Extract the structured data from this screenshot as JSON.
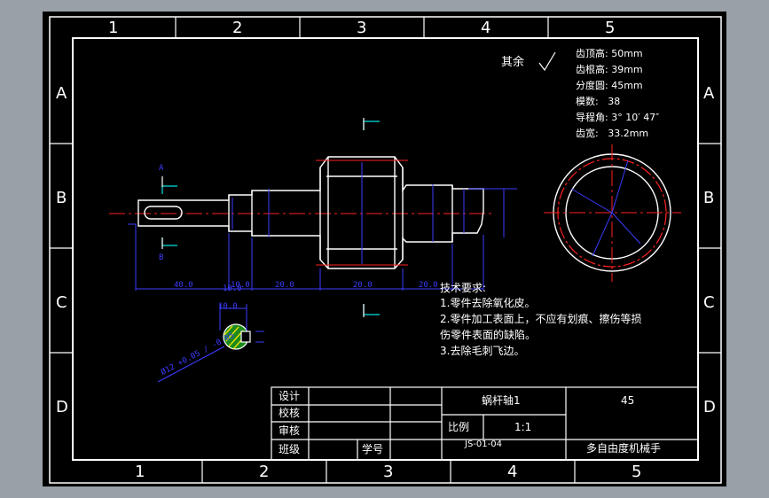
{
  "frame": {
    "col_numbers": [
      "1",
      "2",
      "3",
      "4",
      "5"
    ],
    "row_letters": [
      "A",
      "B",
      "C",
      "D"
    ]
  },
  "roughness": {
    "label": "其余"
  },
  "gear_params": [
    "齿顶高: 50mm",
    "齿根高: 39mm",
    "分度圆: 45mm",
    "模数:   38",
    "导程角: 3° 10′ 47″",
    "齿宽:   33.2mm"
  ],
  "tech_req": {
    "title": "技术要求:",
    "lines": [
      "1.零件去除氧化皮。",
      "2.零件加工表面上，不应有划痕、擦伤等损",
      "伤零件表面的缺陷。",
      "3.去除毛刺飞边。"
    ]
  },
  "dims": {
    "d1": "40.0",
    "d2": "10.0",
    "d3": "20.0",
    "d4": "20.0",
    "d5": "20.0",
    "d6": "10.0",
    "sec_a": "A",
    "sec_b": "B",
    "key_w": "10.0",
    "tol": "Ø12  +0.05 / -0.05"
  },
  "title_block": {
    "design": "设计",
    "check": "校核",
    "review": "审核",
    "class": "班级",
    "student_no": "学号",
    "part_name": "蜗杆轴1",
    "material": "45",
    "scale_label": "比例",
    "scale_value": "1:1",
    "drawing_no": "JS-01-04",
    "project": "多自由度机械手"
  },
  "colors": {
    "background": "#000000",
    "frame": "#ffffff",
    "center_line": "#ff2020",
    "dimension": "#3c3cff",
    "section_arrow": "#00e0e0",
    "hatch": "#ffea00"
  }
}
